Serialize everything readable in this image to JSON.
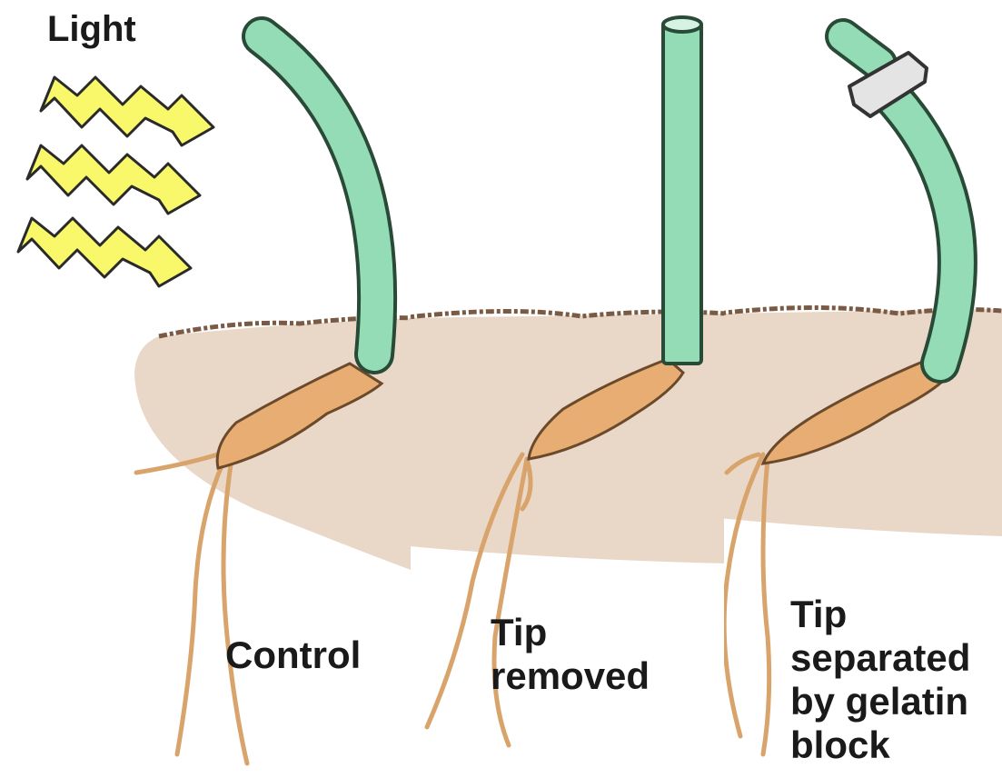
{
  "light_label": "Light",
  "panels": [
    {
      "label_lines": [
        "Control"
      ]
    },
    {
      "label_lines": [
        "Tip",
        "removed"
      ]
    },
    {
      "label_lines": [
        "Tip",
        "separated",
        "by gelatin",
        "block"
      ]
    }
  ],
  "colors": {
    "shoot": "#93dcb5",
    "shoot_outline": "#2a4a38",
    "seed": "#e7ad72",
    "root": "#d9a46b",
    "soil": "#e9d8c8",
    "soil_surface": "#7a5a44",
    "light_fill": "#f8f86a",
    "gelatin": "#e4e4e4"
  }
}
